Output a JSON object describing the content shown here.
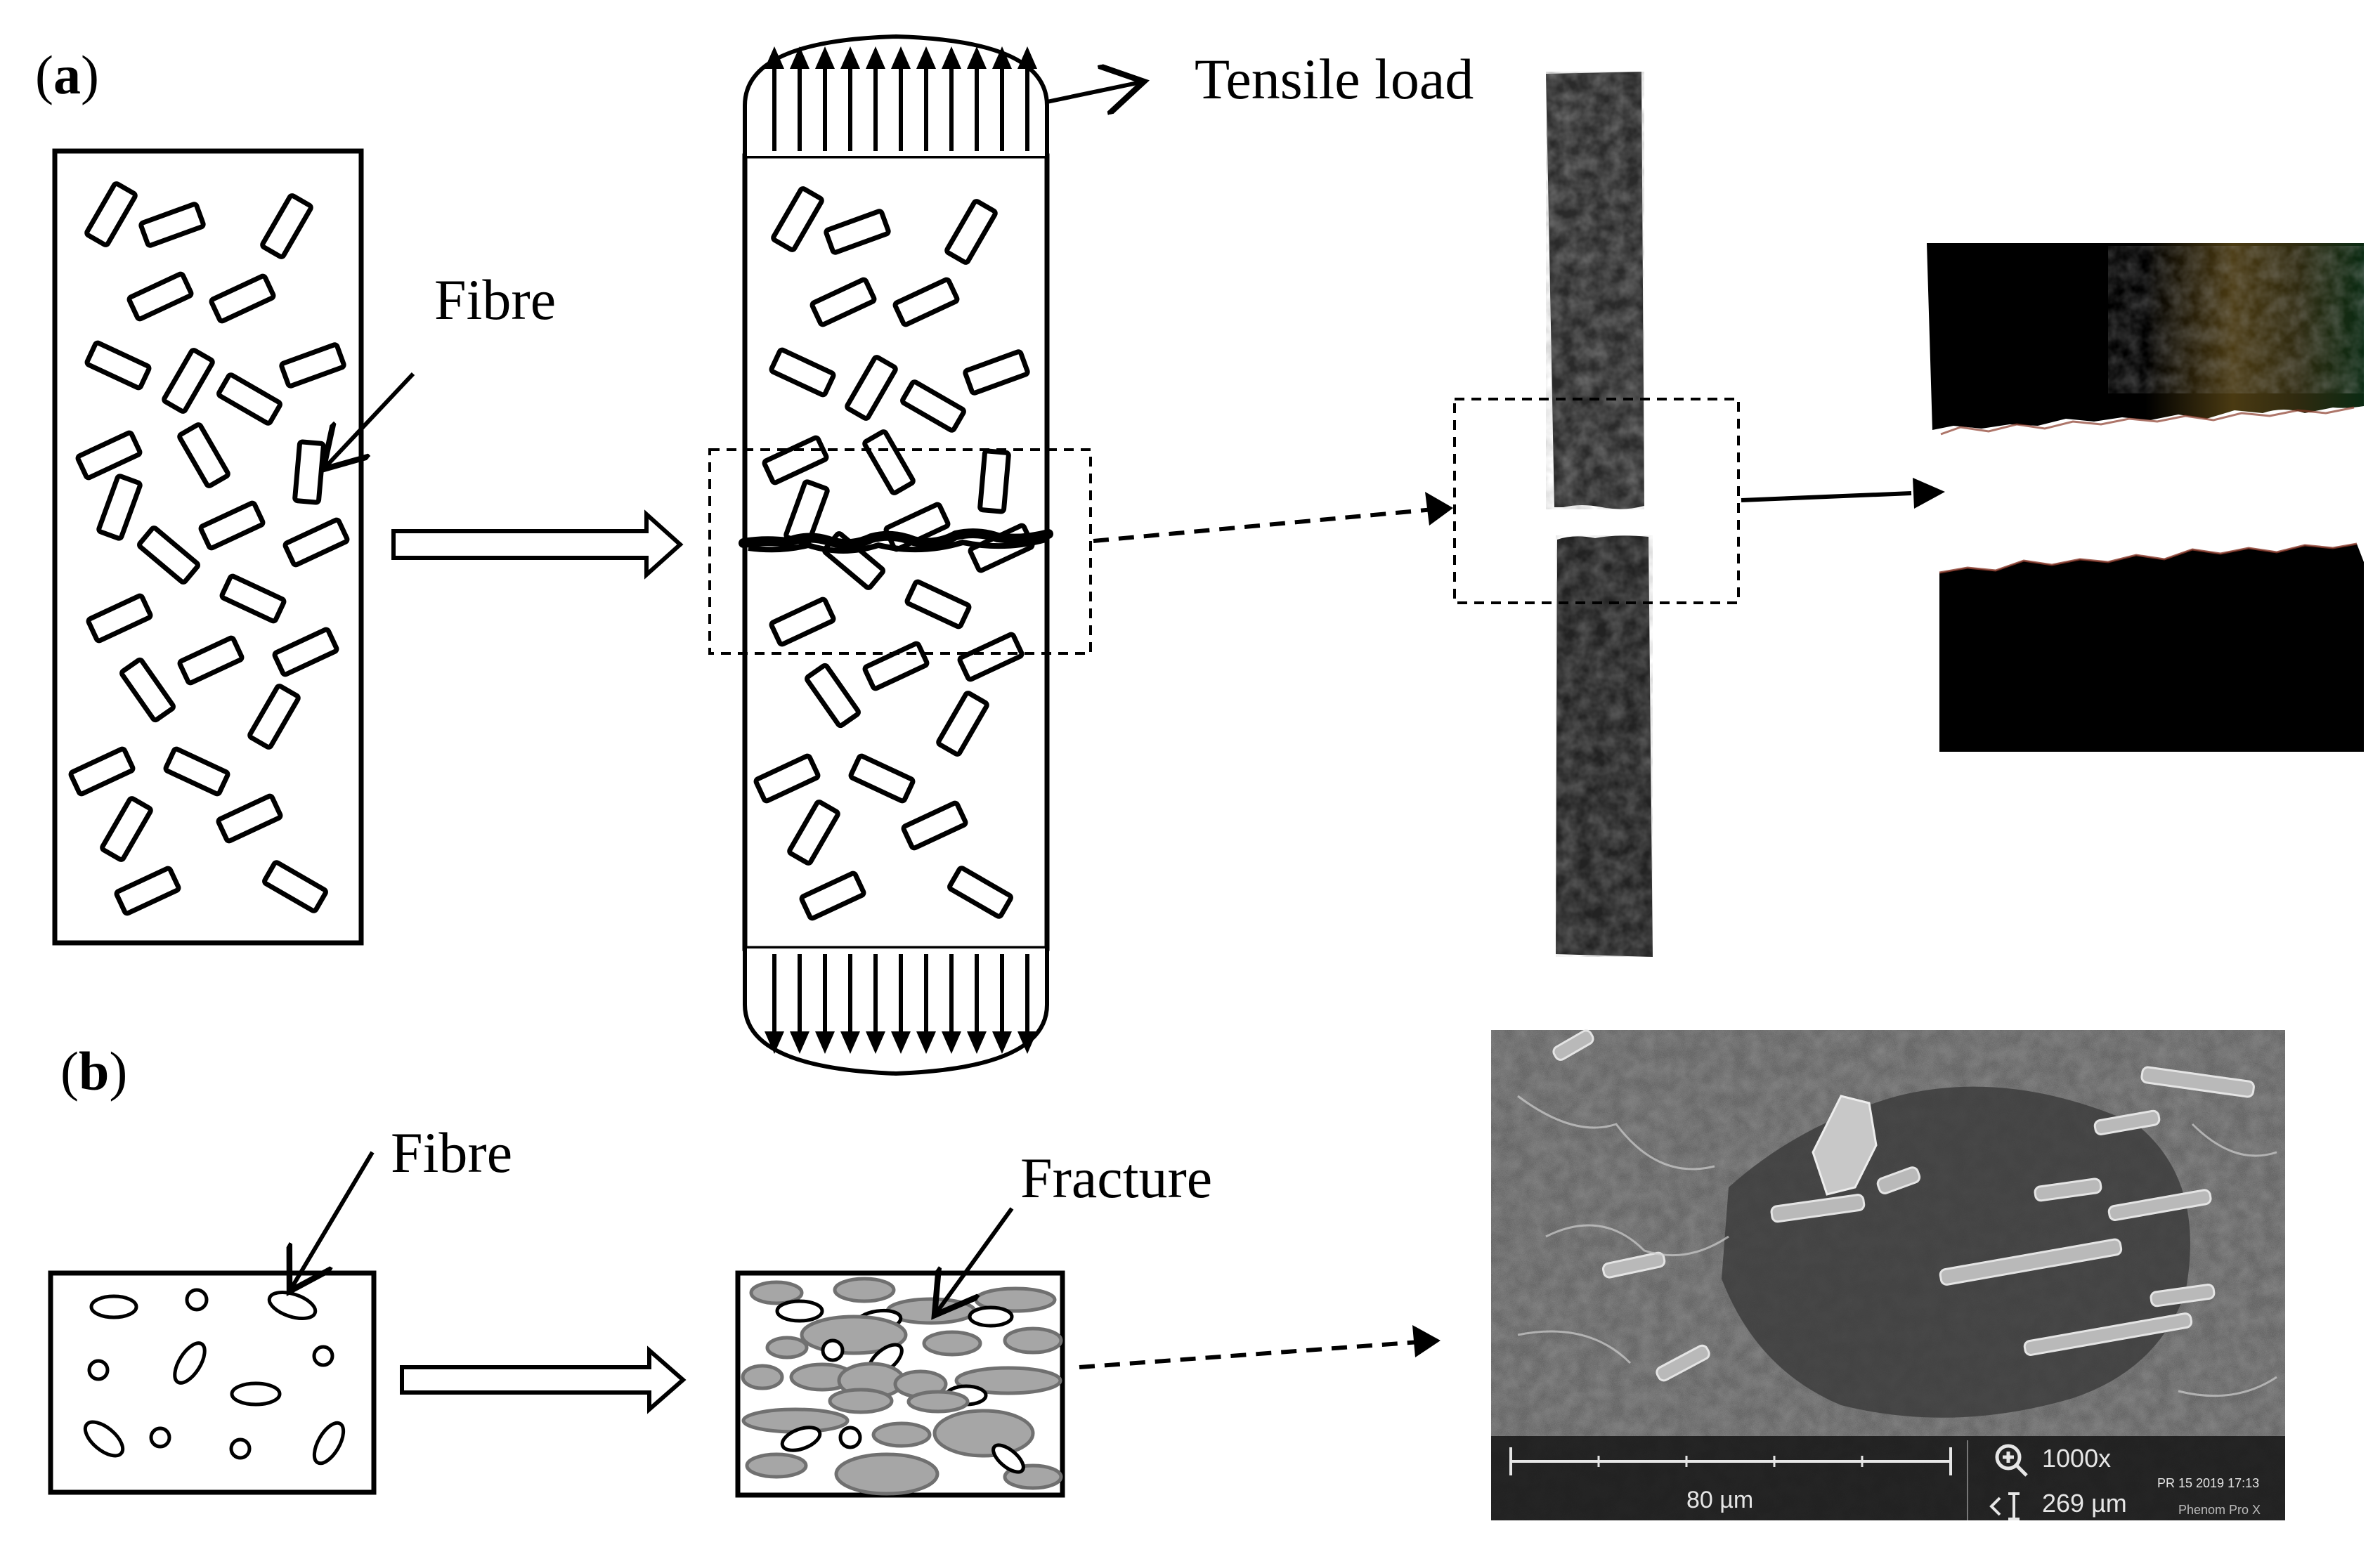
{
  "panels": {
    "a": {
      "open": "(",
      "letter": "a",
      "close": ")"
    },
    "b": {
      "open": "(",
      "letter": "b",
      "close": ")"
    }
  },
  "labels": {
    "tensile_load": "Tensile load",
    "fibre_a": "Fibre",
    "fibre_b": "Fibre",
    "fracture": "Fracture"
  },
  "sem": {
    "scale_value": "80 µm",
    "magnification": "1000x",
    "field_width": "269 µm",
    "timestamp": "PR 15 2019 17:13",
    "instrument": "Phenom Pro X"
  },
  "colors": {
    "ink": "#000000",
    "fracture_fill": "#a6a6a6",
    "fracture_stroke": "#707070",
    "specimen": "#262626",
    "sem_bg": "#555555",
    "sem_bar": "#1a1a1a"
  },
  "icons": [
    "magnifier-icon",
    "field-width-icon",
    "arrow-right-icon",
    "dashed-arrow-icon",
    "tensile-arrow-icon"
  ]
}
